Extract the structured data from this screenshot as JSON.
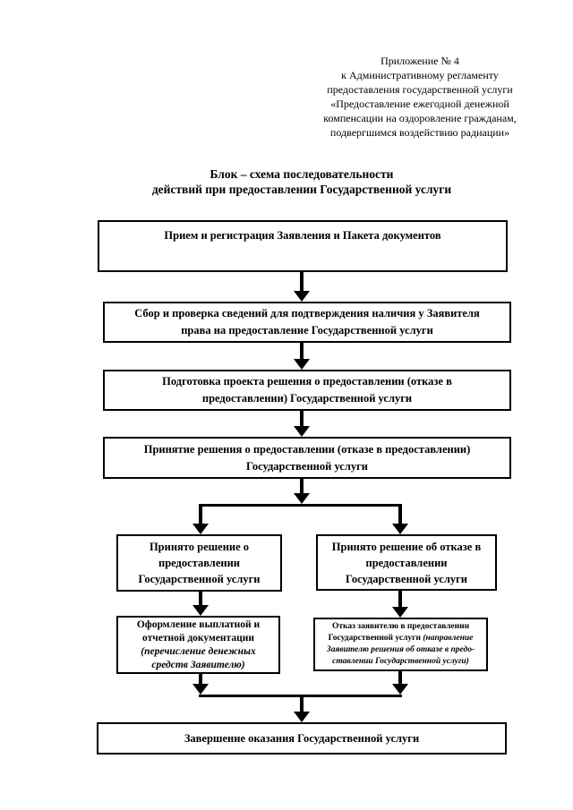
{
  "colors": {
    "background": "#ffffff",
    "text": "#000000",
    "line": "#000000"
  },
  "header": {
    "lines": [
      "Приложение № 4",
      "к Административному регламенту",
      "предоставления государственной услуги",
      "«Предоставление ежегодной денежной",
      "компенсации на оздоровление гражданам,",
      "подвергшимся воздействию радиации»"
    ]
  },
  "title": {
    "line1": "Блок – схема последовательности",
    "line2": "действий при предоставлении Государственной услуги"
  },
  "flowchart": {
    "step1": "Прием и регистрация Заявления и Пакета документов",
    "step2": "Сбор и проверка сведений для подтверждения наличия у Заявителя права на предоставление Государственной услуги",
    "step3": "Подготовка проекта решения о предоставлении (отказе в предоставлении) Государственной услуги",
    "step4": "Принятие решения о предоставлении (отказе в предоставлении) Государственной услуги",
    "branch_left": "Принято решение о предоставлении Государственной услуги",
    "branch_right": "Принято решение об отказе в предоставлении Государственной услуги",
    "outcome_left_main": "Оформление выплатной и отчетной документации",
    "outcome_left_note": "(перечисление денежных средств Заявителю)",
    "outcome_right_main": "Отказ заявителю в предоставлении Государственной услуги ",
    "outcome_right_note": "(направление Заявителю решения об отказе в предо­ставлении Государственной услуги)",
    "final": "Завершение оказания Государственной услуги"
  }
}
